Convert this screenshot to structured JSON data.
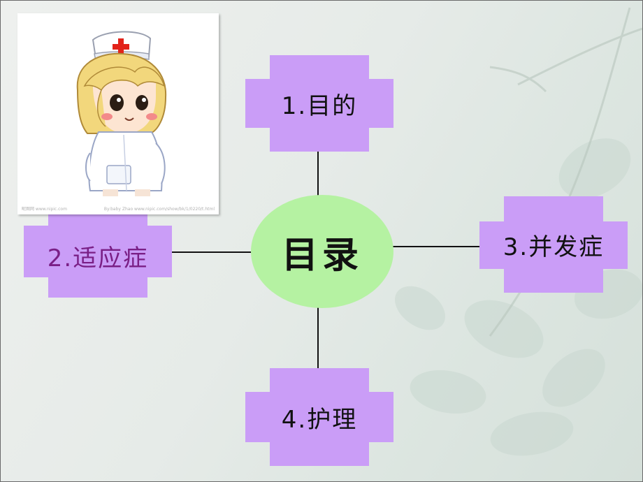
{
  "slide": {
    "center_title": "目录",
    "items": [
      {
        "label": "1.目的",
        "color": "#111111"
      },
      {
        "label": "2.适应症",
        "color": "#7a1f86"
      },
      {
        "label": "3.并发症",
        "color": "#111111"
      },
      {
        "label": "4.护理",
        "color": "#111111"
      }
    ]
  },
  "colors": {
    "box_fill": "#ca9df7",
    "center_fill": "#b5f2a2",
    "line": "#111111"
  },
  "illustration": {
    "icon": "nurse-illustration-icon",
    "watermark_left": "昵图网 www.nipic.com",
    "watermark_right": "By:baby Zhao www.nipic.com/show/bk/1/0220/t.html"
  }
}
